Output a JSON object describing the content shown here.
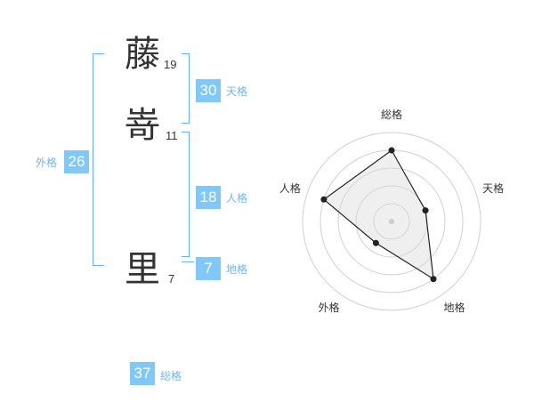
{
  "name": {
    "characters": [
      {
        "char": "藤",
        "strokes": "19"
      },
      {
        "char": "嵜",
        "strokes": "11"
      },
      {
        "char": "里",
        "strokes": "7"
      }
    ]
  },
  "fortune": {
    "tenkaku": {
      "value": "30",
      "label": "天格"
    },
    "jinkaku": {
      "value": "18",
      "label": "人格"
    },
    "chikaku": {
      "value": "7",
      "label": "地格"
    },
    "gaikaku": {
      "value": "26",
      "label": "外格"
    },
    "soukaku": {
      "value": "37",
      "label": "総格"
    }
  },
  "colors": {
    "accent": "#80c8f8",
    "label": "#72b6e6",
    "text": "#333333"
  },
  "chart_data": {
    "type": "radar",
    "axes": [
      "総格",
      "天格",
      "地格",
      "外格",
      "人格"
    ],
    "max": 5,
    "values": [
      4,
      2,
      4,
      1.5,
      4
    ]
  }
}
